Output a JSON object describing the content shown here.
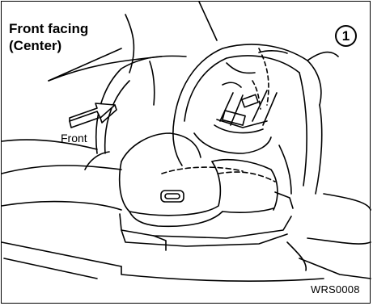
{
  "title": {
    "line1": "Front facing",
    "line2": "(Center)"
  },
  "callout": "1",
  "direction_label": "Front",
  "figure_code": "WRS0008",
  "colors": {
    "line": "#000000",
    "background": "#ffffff"
  }
}
